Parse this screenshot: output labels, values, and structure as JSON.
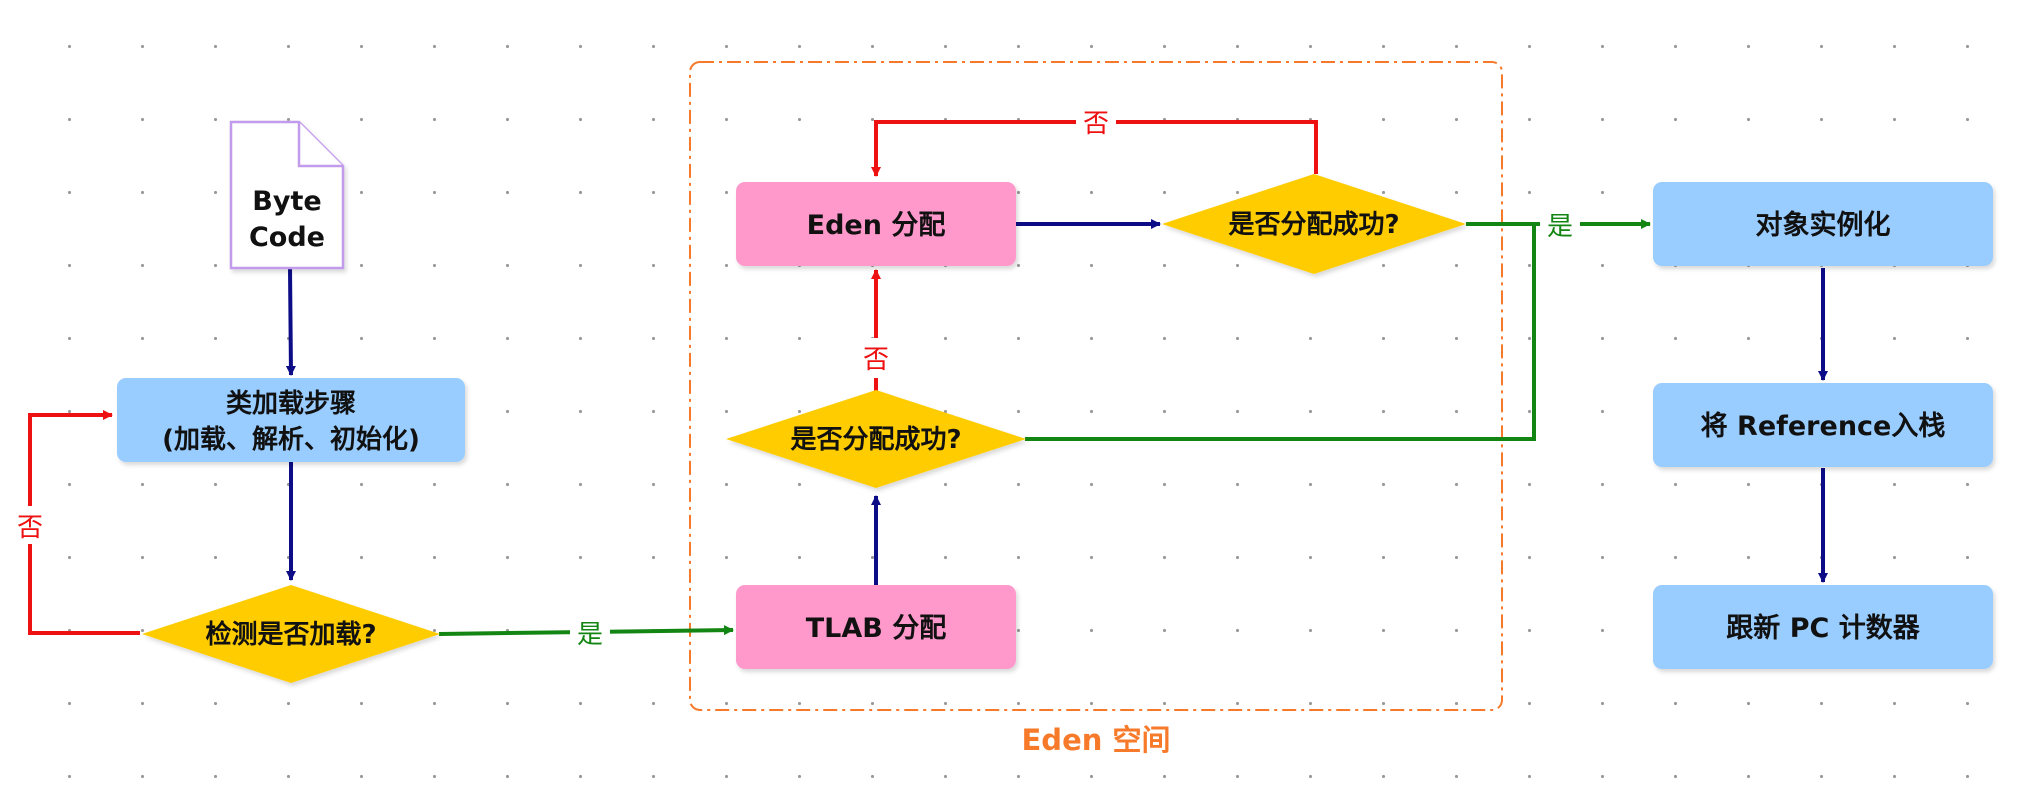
{
  "colors": {
    "blue_node": "#99ccff",
    "pink_node": "#ff99cc",
    "diamond": "#ffcc00",
    "arrow_navy": "#0c0c86",
    "arrow_red": "#ee1111",
    "arrow_green": "#128512",
    "frame": "#f77a2a",
    "doc_border": "#c29bec"
  },
  "nodes": {
    "bytecode": {
      "line1": "Byte",
      "line2": "Code"
    },
    "class_loading": {
      "line1": "类加载步骤",
      "line2": "(加载、解析、初始化)"
    },
    "check_loaded": "检测是否加载?",
    "tlab_alloc": "TLAB 分配",
    "eden_alloc": "Eden 分配",
    "success_lower": "是否分配成功?",
    "success_upper": "是否分配成功?",
    "instantiate": "对象实例化",
    "push_reference": "将 Reference入栈",
    "update_pc": "跟新 PC 计数器"
  },
  "edge_labels": {
    "no_reload": "否",
    "yes_to_tlab": "是",
    "no_to_eden": "否",
    "no_retry_eden": "否",
    "yes_to_instantiate": "是"
  },
  "eden_space_label": "Eden 空间"
}
